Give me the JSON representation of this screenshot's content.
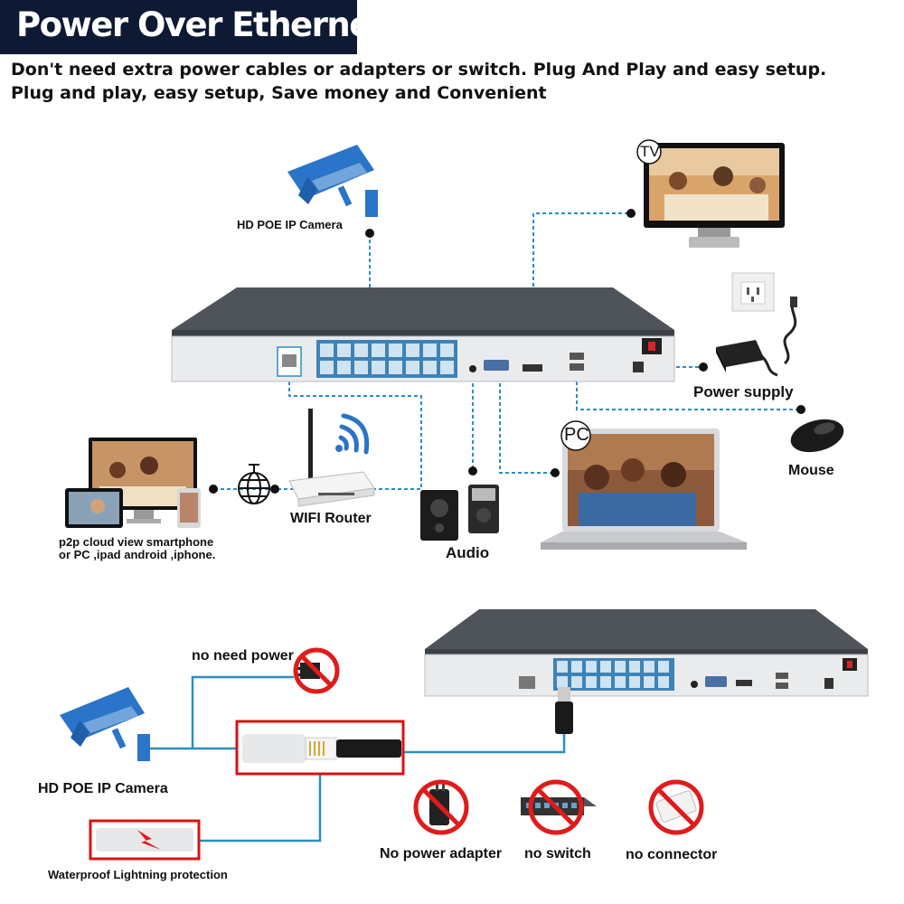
{
  "title": "Power Over Ethernet",
  "subtitle": [
    "Don't need extra power cables or adapters or switch. Plug And Play and easy setup.",
    "Plug and play, easy setup, Save money and Convenient"
  ],
  "colors": {
    "title_bg": "#0e1a33",
    "link_line": "#2a8fc1",
    "camera_blue": "#2a74c9",
    "prohibit_red": "#e01b1b",
    "nvr_body": "#555b62",
    "port_blue": "#3d83b8"
  },
  "top_diagram": {
    "labels": {
      "camera": "HD POE IP Camera",
      "tv": "TV",
      "power_supply": "Power supply",
      "mouse": "Mouse",
      "pc": "PC",
      "audio": "Audio",
      "router": "WIFI Router",
      "p2p_line1": "p2p cloud view smartphone",
      "p2p_line2": "or PC ,ipad android ,iphone."
    },
    "icons": [
      "camera-icon",
      "tv-icon",
      "power-outlet-icon",
      "power-adapter-icon",
      "mouse-icon",
      "laptop-icon",
      "speakers-icon",
      "router-icon",
      "globe-icon",
      "monitor-icon",
      "tablet-icon",
      "phone-icon",
      "nvr-icon"
    ]
  },
  "bottom_diagram": {
    "labels": {
      "no_need_power": "no need power",
      "camera": "HD POE IP Camera",
      "lightning": "Waterproof Lightning protection",
      "no_adapter": "No power adapter",
      "no_switch": "no switch",
      "no_connector": "no connector"
    },
    "icons": [
      "camera-icon",
      "power-plug-prohibited-icon",
      "rj45-connector-icon",
      "lightning-protector-icon",
      "adapter-prohibited-icon",
      "switch-prohibited-icon",
      "connector-prohibited-icon",
      "nvr-icon"
    ]
  }
}
